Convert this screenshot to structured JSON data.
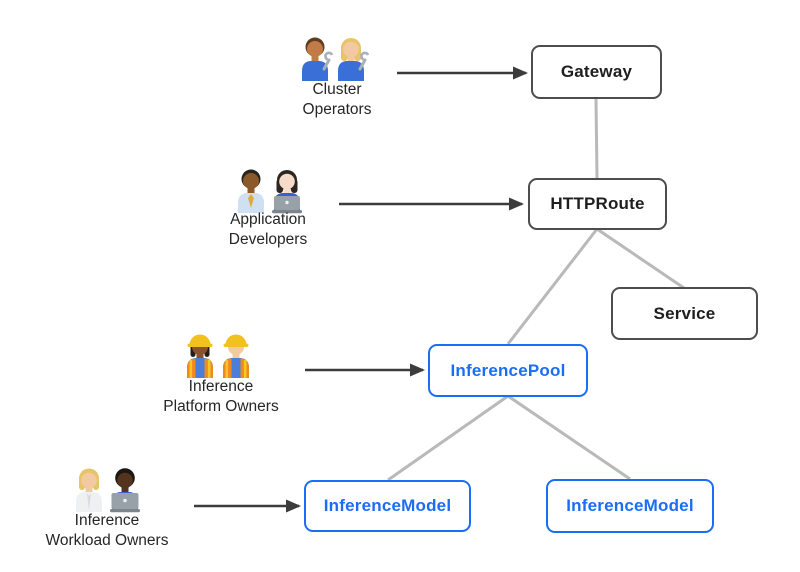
{
  "colors": {
    "background": "#ffffff",
    "core_border": "#4d4d4d",
    "core_text": "#1e1e1e",
    "extension": "#1a6ef5",
    "connector": "#b9b9b9",
    "arrow": "#3c3c3c",
    "label_text": "#262626"
  },
  "personas": [
    {
      "id": "cluster-operators",
      "label": "Cluster\nOperators",
      "icons": [
        "man-mechanic-emoji",
        "woman-mechanic-emoji"
      ]
    },
    {
      "id": "application-developers",
      "label": "Application\nDevelopers",
      "icons": [
        "man-office-worker-emoji",
        "woman-technologist-emoji"
      ]
    },
    {
      "id": "inference-platform-owners",
      "label": "Inference\nPlatform Owners",
      "icons": [
        "woman-construction-worker-emoji",
        "man-construction-worker-emoji"
      ]
    },
    {
      "id": "inference-workload-owners",
      "label": "Inference\nWorkload Owners",
      "icons": [
        "blond-scientist-emoji",
        "man-technologist-emoji"
      ]
    }
  ],
  "nodes": [
    {
      "id": "gateway",
      "label": "Gateway",
      "category": "core"
    },
    {
      "id": "httproute",
      "label": "HTTPRoute",
      "category": "core"
    },
    {
      "id": "service",
      "label": "Service",
      "category": "core"
    },
    {
      "id": "inferencepool",
      "label": "InferencePool",
      "category": "extension"
    },
    {
      "id": "inferencemodel-left",
      "label": "InferenceModel",
      "category": "extension"
    },
    {
      "id": "inferencemodel-right",
      "label": "InferenceModel",
      "category": "extension"
    }
  ],
  "edges": [
    {
      "from": "gateway",
      "to": "httproute",
      "type": "line"
    },
    {
      "from": "httproute",
      "to": "service",
      "type": "line"
    },
    {
      "from": "httproute",
      "to": "inferencepool",
      "type": "line"
    },
    {
      "from": "inferencepool",
      "to": "inferencemodel-left",
      "type": "line"
    },
    {
      "from": "inferencepool",
      "to": "inferencemodel-right",
      "type": "line"
    },
    {
      "from": "cluster-operators",
      "to": "gateway",
      "type": "arrow"
    },
    {
      "from": "application-developers",
      "to": "httproute",
      "type": "arrow"
    },
    {
      "from": "inference-platform-owners",
      "to": "inferencepool",
      "type": "arrow"
    },
    {
      "from": "inference-workload-owners",
      "to": "inferencemodel-left",
      "type": "arrow"
    }
  ]
}
